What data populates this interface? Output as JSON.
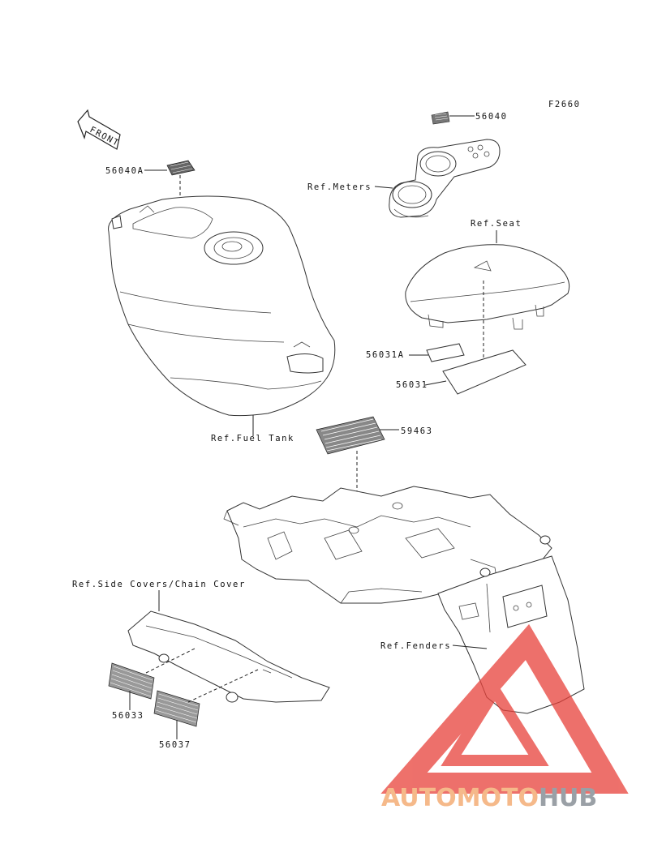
{
  "figure_code": "F2660",
  "front_arrow": "FRONT",
  "callouts": {
    "c56040": "56040",
    "c56040A": "56040A",
    "c56031A": "56031A",
    "c56031": "56031",
    "c59463": "59463",
    "c56033": "56033",
    "c56037": "56037",
    "ref_meters": "Ref.Meters",
    "ref_seat": "Ref.Seat",
    "ref_fuel_tank": "Ref.Fuel Tank",
    "ref_side_covers": "Ref.Side Covers/Chain Cover",
    "ref_fenders": "Ref.Fenders"
  },
  "watermark": {
    "part1": "AUTOMOTO",
    "part2": "HUB",
    "color1": "#f5b98a",
    "color2": "#9aa0a6",
    "logo_color": "#e8413a"
  }
}
